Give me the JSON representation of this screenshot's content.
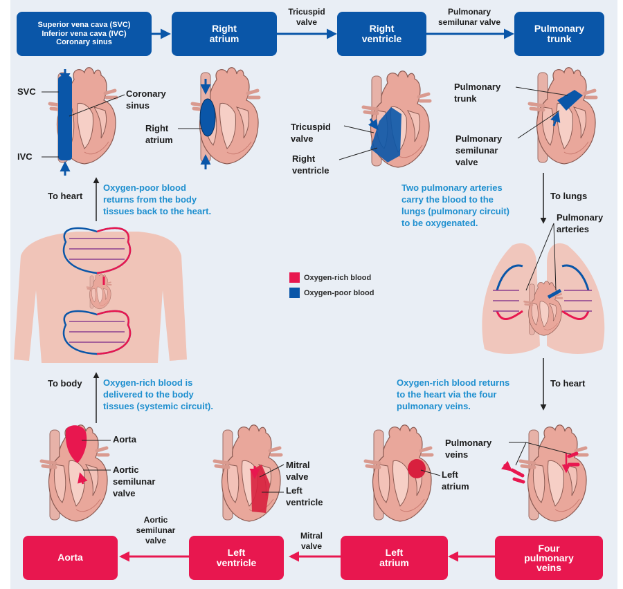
{
  "colors": {
    "oxygen_rich": "#e8174f",
    "oxygen_poor": "#0a56a8",
    "caption": "#1e8fcf",
    "panel_bg": "#e9eef5"
  },
  "top_flow": {
    "boxes": [
      {
        "label": "Superior vena cava (SVC)\nInferior vena cava (IVC)\nCoronary sinus"
      },
      {
        "label": "Right\natrium"
      },
      {
        "label": "Right\nventricle"
      },
      {
        "label": "Pulmonary\ntrunk"
      }
    ],
    "connectors": [
      {
        "label": ""
      },
      {
        "label": "Tricuspid\nvalve"
      },
      {
        "label": "Pulmonary\nsemilunar valve"
      }
    ]
  },
  "bottom_flow": {
    "boxes": [
      {
        "label": "Aorta"
      },
      {
        "label": "Left\nventricle"
      },
      {
        "label": "Left\natrium"
      },
      {
        "label": "Four\npulmonary\nveins"
      }
    ],
    "connectors": [
      {
        "label": "Aortic\nsemilunar\nvalve"
      },
      {
        "label": "Mitral\nvalve"
      },
      {
        "label": ""
      }
    ]
  },
  "hearts_top": [
    {
      "labels": [
        "SVC",
        "Coronary\nsinus",
        "IVC"
      ]
    },
    {
      "labels": [
        "Right\natrium"
      ]
    },
    {
      "labels": [
        "Tricuspid\nvalve",
        "Right\nventricle"
      ]
    },
    {
      "labels": [
        "Pulmonary\ntrunk",
        "Pulmonary\nsemilunar\nvalve"
      ]
    }
  ],
  "hearts_bottom": [
    {
      "labels": [
        "Aorta",
        "Aortic\nsemilunar\nvalve"
      ]
    },
    {
      "labels": [
        "Mitral\nvalve",
        "Left\nventricle"
      ]
    },
    {
      "labels": [
        "Left\natrium"
      ]
    },
    {
      "labels": [
        "Pulmonary\nveins"
      ]
    }
  ],
  "flow_arrows": {
    "to_heart_left": "To heart",
    "to_body": "To body",
    "to_lungs": "To lungs",
    "to_heart_right": "To heart",
    "pulmonary_arteries": "Pulmonary\narteries"
  },
  "captions": {
    "systemic_return": "Oxygen-poor blood\nreturns from the body\ntissues back to the heart.",
    "pulmonary_out": "Two pulmonary arteries\ncarry the blood to the\nlungs (pulmonary circuit)\nto be oxygenated.",
    "systemic_out": "Oxygen-rich blood is\ndelivered to the body\ntissues (systemic circuit).",
    "pulmonary_return": "Oxygen-rich blood returns\nto the heart via the four\npulmonary veins."
  },
  "legend": [
    {
      "label": "Oxygen-rich blood",
      "color": "#e8174f"
    },
    {
      "label": "Oxygen-poor blood",
      "color": "#0a56a8"
    }
  ]
}
